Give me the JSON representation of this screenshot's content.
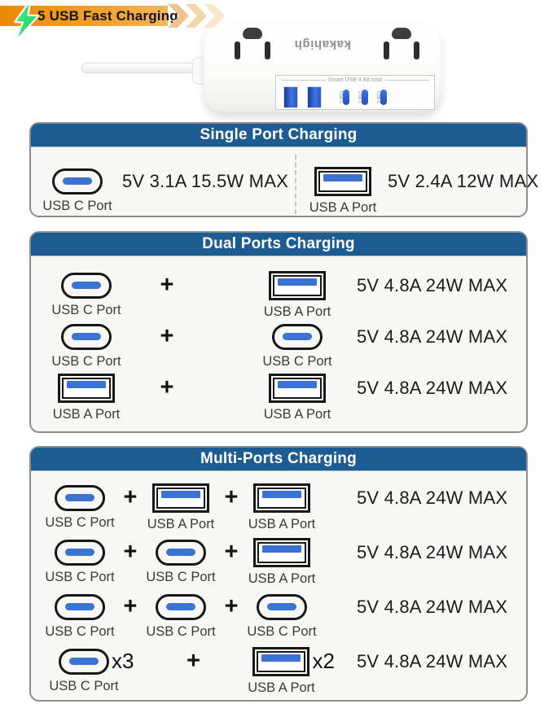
{
  "banner": {
    "label": "5 USB Fast Charging"
  },
  "icons": {
    "lightning": "lightning-bolt",
    "chevron_count": 3
  },
  "ui": {
    "plus": "+"
  },
  "product": {
    "brand": "kakahigh",
    "panel_label": "Smart USB 4.8A total",
    "usb_c_side_label": "USB C",
    "usb_a_count": 2,
    "usb_c_count": 3
  },
  "colors": {
    "header_blue": "#1d5c93",
    "port_blue": "#3b73d3",
    "banner_orange": "#ec8a03",
    "bolt_green": "#2ee56f"
  },
  "panels": [
    {
      "title": "Single Port Charging",
      "layout": "columns",
      "rows": [
        {
          "items": [
            {
              "port": "c",
              "label": "USB C Port"
            }
          ],
          "value": "5V 3.1A 15.5W MAX"
        },
        {
          "items": [
            {
              "port": "a",
              "label": "USB A Port"
            }
          ],
          "value": "5V 2.4A 12W MAX"
        }
      ]
    },
    {
      "title": "Dual Ports Charging",
      "layout": "stack",
      "rows": [
        {
          "items": [
            {
              "port": "c",
              "label": "USB C Port"
            },
            {
              "port": "a",
              "label": "USB A Port"
            }
          ],
          "value": "5V 4.8A 24W MAX"
        },
        {
          "items": [
            {
              "port": "c",
              "label": "USB C Port"
            },
            {
              "port": "c",
              "label": "USB C Port"
            }
          ],
          "value": "5V 4.8A 24W MAX"
        },
        {
          "items": [
            {
              "port": "a",
              "label": "USB A Port"
            },
            {
              "port": "a",
              "label": "USB A Port"
            }
          ],
          "value": "5V 4.8A 24W MAX"
        }
      ]
    },
    {
      "title": "Multi-Ports Charging",
      "layout": "stack",
      "rows": [
        {
          "items": [
            {
              "port": "c",
              "label": "USB C Port"
            },
            {
              "port": "a",
              "label": "USB A Port"
            },
            {
              "port": "a",
              "label": "USB A Port"
            }
          ],
          "value": "5V 4.8A 24W MAX"
        },
        {
          "items": [
            {
              "port": "c",
              "label": "USB C Port"
            },
            {
              "port": "c",
              "label": "USB C Port"
            },
            {
              "port": "a",
              "label": "USB A Port"
            }
          ],
          "value": "5V 4.8A 24W MAX"
        },
        {
          "items": [
            {
              "port": "c",
              "label": "USB C Port"
            },
            {
              "port": "c",
              "label": "USB C Port"
            },
            {
              "port": "c",
              "label": "USB C Port"
            }
          ],
          "value": "5V 4.8A 24W MAX"
        },
        {
          "items": [
            {
              "port": "c",
              "label": "USB C Port",
              "mult": "x3"
            },
            {
              "port": "a",
              "label": "USB A Port",
              "mult": "x2"
            }
          ],
          "value": "5V 4.8A 24W MAX",
          "wide": true
        }
      ]
    }
  ]
}
